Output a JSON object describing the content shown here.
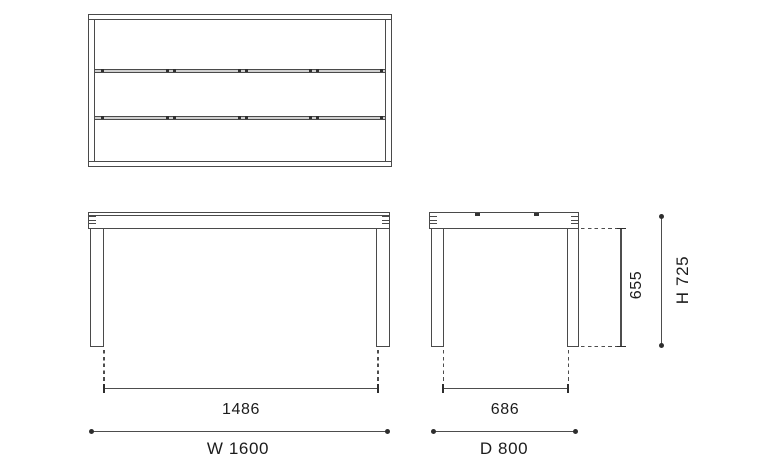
{
  "drawing": {
    "background_color": "#ffffff",
    "line_color": "#4a4a4a",
    "text_color": "#1c1c1c"
  },
  "dimensions": {
    "inner_width": {
      "label": "1486"
    },
    "overall_width": {
      "label": "W 1600"
    },
    "inner_depth": {
      "label": "686"
    },
    "overall_depth": {
      "label": "D 800"
    },
    "clearance_height": {
      "label": "655"
    },
    "overall_height": {
      "label": "H 725"
    }
  }
}
